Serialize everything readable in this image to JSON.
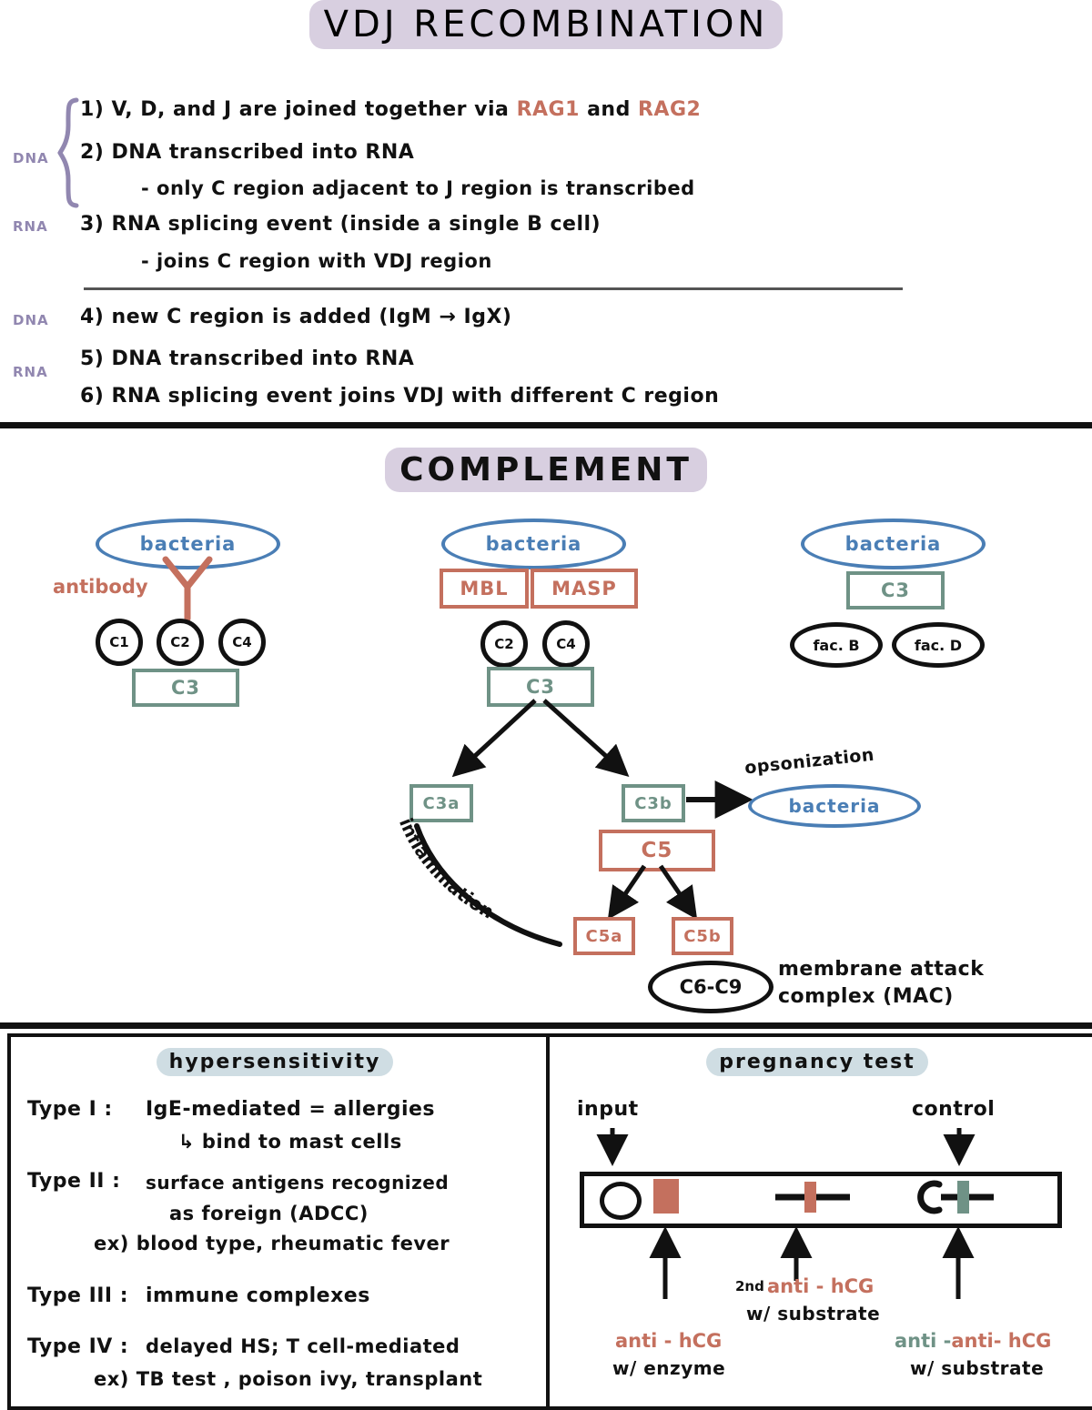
{
  "colors": {
    "red": "#c4705e",
    "green": "#6f9286",
    "blue": "#4a7eb5",
    "purple": "#9187b0",
    "black": "#111111",
    "highlight_lavender": "#d8cfe0",
    "highlight_blue": "#cfdde3"
  },
  "vdj": {
    "title": "VDJ RECOMBINATION",
    "side_labels": {
      "dna1": "DNA",
      "rna1": "RNA",
      "dna2": "DNA",
      "rna2": "RNA"
    },
    "steps": [
      {
        "num": "1)",
        "text": "V, D, and J  are joined  together via ",
        "red1": "RAG1",
        "mid": " and ",
        "red2": "RAG2"
      },
      {
        "num": "2)",
        "text": "DNA  transcribed  into  RNA"
      },
      {
        "num": "",
        "text": "- only C region adjacent to J region is  transcribed"
      },
      {
        "num": "3)",
        "text": "RNA splicing event (inside a single B cell)"
      },
      {
        "num": "",
        "text": "- joins C region with VDJ region"
      },
      {
        "num": "4)",
        "text": "new C region is added  (IgM → IgX)"
      },
      {
        "num": "5)",
        "text": "DNA transcribed  into  RNA"
      },
      {
        "num": "6)",
        "text": "RNA splicing event  joins  VDJ  with  different  C  region"
      }
    ]
  },
  "complement": {
    "title": "COMPLEMENT",
    "classical": {
      "bacteria": "bacteria",
      "antibody_label": "antibody",
      "circles": [
        "C1",
        "C2",
        "C4"
      ],
      "c3_box": "C3"
    },
    "lectin": {
      "bacteria": "bacteria",
      "boxes": [
        "MBL",
        "MASP"
      ],
      "circles": [
        "C2",
        "C4"
      ],
      "c3_box": "C3"
    },
    "alternative": {
      "bacteria": "bacteria",
      "c3_box": "C3",
      "factors": [
        "fac. B",
        "fac. D"
      ]
    },
    "branch": {
      "c3a": "C3a",
      "c3b": "C3b",
      "inflammation": "inflammation",
      "opsonization": "opsonization",
      "opsonized_bacteria": "bacteria",
      "c5": "C5",
      "c5a": "C5a",
      "c5b": "C5b",
      "c6_c9": "C6-C9",
      "mac_line1": "membrane  attack",
      "mac_line2": "complex (MAC)"
    }
  },
  "hypersensitivity": {
    "title": "hypersensitivity",
    "rows": [
      {
        "type": "Type I :",
        "text": "IgE-mediated = allergies",
        "sub": "↳ bind to mast cells"
      },
      {
        "type": "Type II :",
        "text": "surface antigens recognized",
        "sub": "as  foreign  (ADCC)",
        "sub2": "ex) blood type, rheumatic fever"
      },
      {
        "type": "Type III :",
        "text": "immune complexes"
      },
      {
        "type": "Type IV :",
        "text": "delayed HS; T cell-mediated",
        "sub": "ex) TB test , poison ivy, transplant"
      }
    ]
  },
  "pregnancy": {
    "title": "pregnancy test",
    "input_label": "input",
    "control_label": "control",
    "labels": [
      {
        "red": "anti - hCG",
        "black": "w/ enzyme"
      },
      {
        "sup": "2nd",
        "red": "anti - hCG",
        "black": "w/ substrate"
      },
      {
        "green": "anti -",
        "red": "anti- hCG",
        "black": "w/ substrate"
      }
    ]
  }
}
